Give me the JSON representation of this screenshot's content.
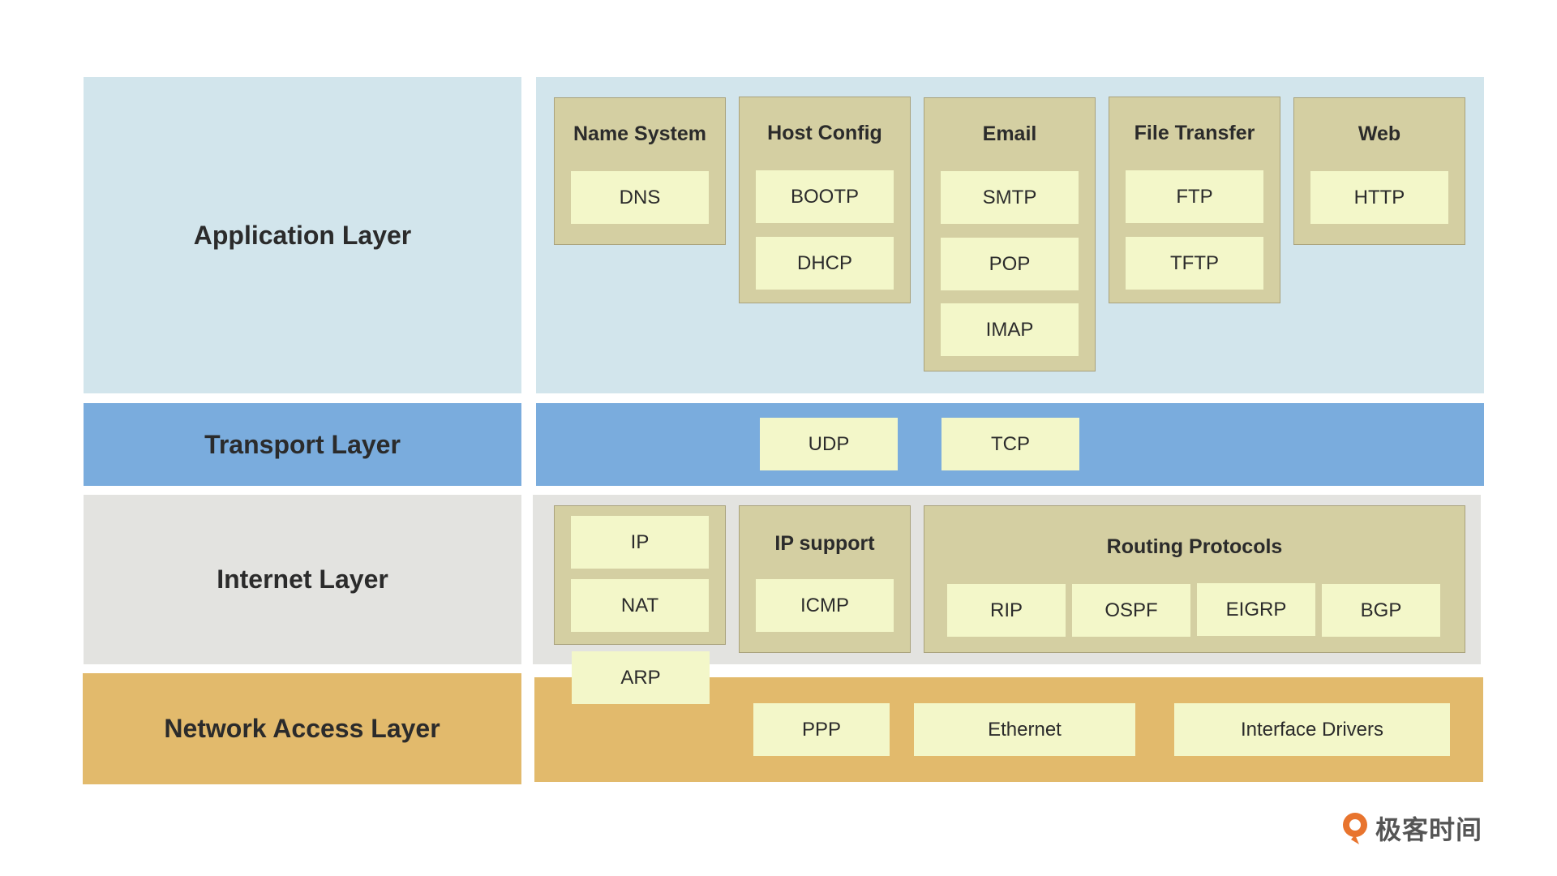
{
  "layers": {
    "application": "Application Layer",
    "transport": "Transport Layer",
    "internet": "Internet Layer",
    "network_access": "Network Access Layer"
  },
  "application_groups": {
    "name_system": {
      "title": "Name System",
      "protocols": [
        "DNS"
      ]
    },
    "host_config": {
      "title": "Host Config",
      "protocols": [
        "BOOTP",
        "DHCP"
      ]
    },
    "email": {
      "title": "Email",
      "protocols": [
        "SMTP",
        "POP",
        "IMAP"
      ]
    },
    "file_transfer": {
      "title": "File Transfer",
      "protocols": [
        "FTP",
        "TFTP"
      ]
    },
    "web": {
      "title": "Web",
      "protocols": [
        "HTTP"
      ]
    }
  },
  "transport_protocols": [
    "UDP",
    "TCP"
  ],
  "internet_groups": {
    "ip_group": {
      "protocols": [
        "IP",
        "NAT"
      ]
    },
    "ip_support": {
      "title": "IP support",
      "protocols": [
        "ICMP"
      ]
    },
    "routing": {
      "title": "Routing Protocols",
      "protocols": [
        "RIP",
        "OSPF",
        "EIGRP",
        "BGP"
      ]
    }
  },
  "network_access_protocols": [
    "ARP",
    "PPP",
    "Ethernet",
    "Interface Drivers"
  ],
  "branding": {
    "logo_text": "极客时间"
  },
  "colors": {
    "application_bg": "#d2e5ec",
    "transport_bg": "#7aacdd",
    "internet_bg": "#e3e3e0",
    "network_access_bg": "#e2ba6c",
    "group_bg": "#d4cfa2",
    "protocol_bg": "#f3f7c9",
    "logo_orange": "#e8742e"
  }
}
